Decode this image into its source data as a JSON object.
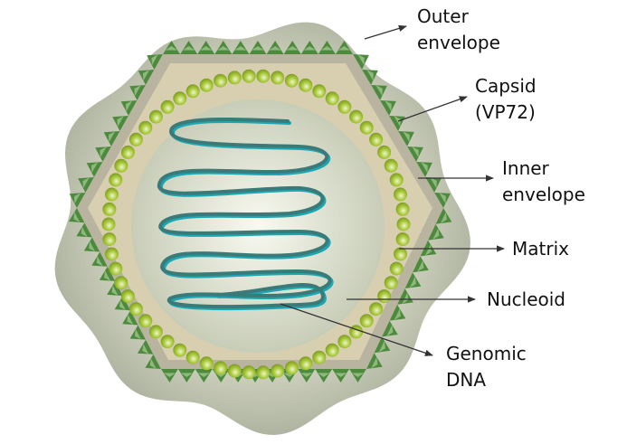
{
  "diagram": {
    "title": "Virus particle structure",
    "colors": {
      "outer_envelope": "#a9ae9c",
      "outer_envelope_light": "#e4e8d6",
      "capsid_spike": "#4e8a3e",
      "capsid_spike_light": "#b9d8a8",
      "capsid_hex_edge": "#b8b4a0",
      "inner_envelope": "#d8cfb0",
      "matrix_bead": "#a8c83a",
      "matrix_bead_light": "#eef6c8",
      "nucleoid": "#d9ddc9",
      "nucleoid_light": "#f8faf0",
      "dna_dark": "#3a7a78",
      "dna_light": "#1ba7b3",
      "arrow": "#333333"
    },
    "labels": [
      {
        "id": "outer-envelope",
        "lines": [
          "Outer",
          "envelope"
        ]
      },
      {
        "id": "capsid",
        "lines": [
          "Capsid",
          "(VP72)"
        ]
      },
      {
        "id": "inner-envelope",
        "lines": [
          "Inner",
          "envelope"
        ]
      },
      {
        "id": "matrix",
        "lines": [
          "Matrix"
        ]
      },
      {
        "id": "nucleoid",
        "lines": [
          "Nucleoid"
        ]
      },
      {
        "id": "genomic-dna",
        "lines": [
          "Genomic",
          "DNA"
        ]
      }
    ]
  }
}
